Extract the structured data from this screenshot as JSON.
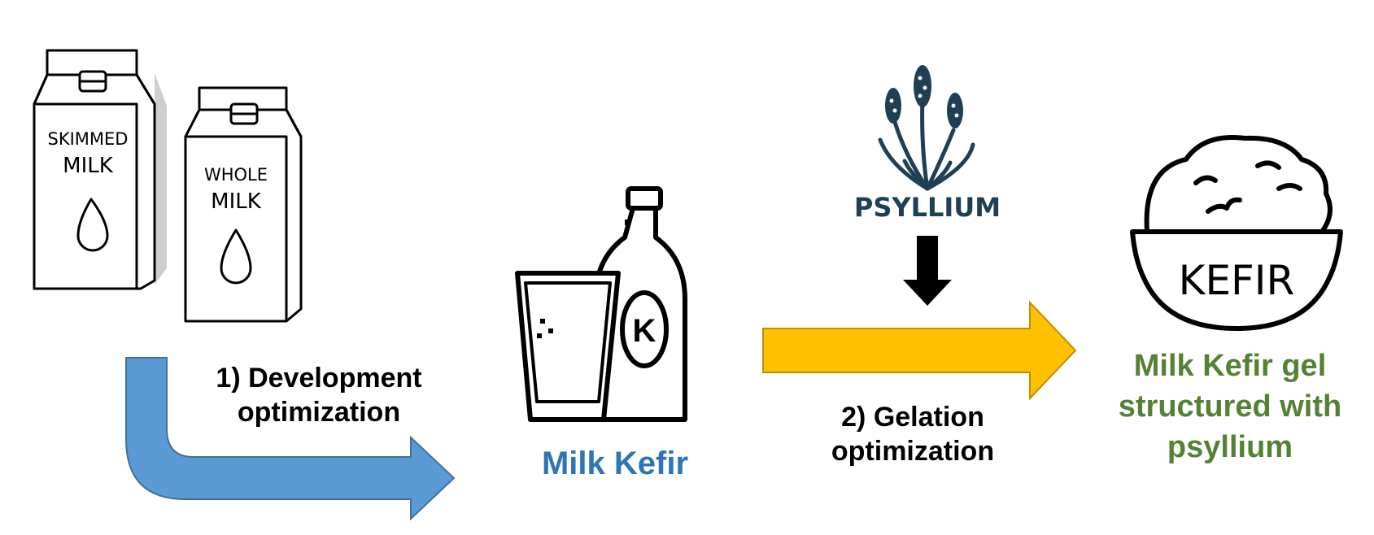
{
  "cartons": {
    "skimmed": {
      "line1": "SKIMMED",
      "line2": "MILK"
    },
    "whole": {
      "line1": "WHOLE",
      "line2": "MILK"
    }
  },
  "steps": {
    "development": {
      "line1": "1) Development",
      "line2": "optimization"
    },
    "gelation": {
      "line1": "2) Gelation",
      "line2": "optimization"
    }
  },
  "ingredient": {
    "label": "PSYLLIUM"
  },
  "bottle": {
    "letter": "K"
  },
  "bowl": {
    "label": "KEFIR"
  },
  "products": {
    "milk_kefir": "Milk Kefir",
    "gel": {
      "line1": "Milk Kefir gel",
      "line2": "structured with",
      "line3": "psyllium"
    }
  },
  "colors": {
    "blue_arrow": "#5b9bd5",
    "yellow_arrow": "#ffc000",
    "milk_kefir_text": "#2e75b6",
    "gel_text": "#548235",
    "psyllium": "#1f3f55",
    "ink": "#000000"
  }
}
